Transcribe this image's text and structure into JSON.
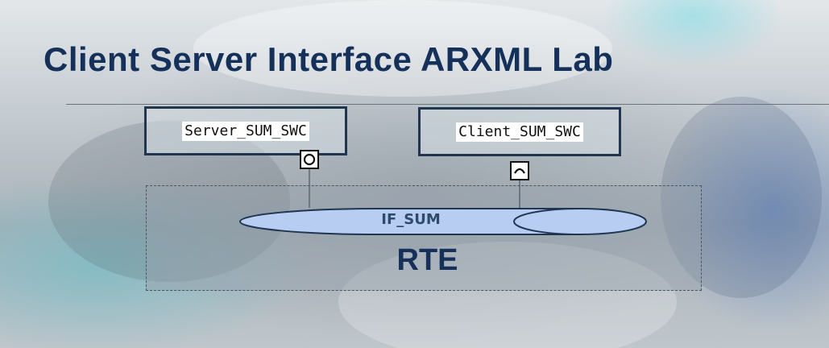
{
  "slide": {
    "title": "Client Server Interface ARXML Lab"
  },
  "diagram": {
    "server_component": {
      "label": "Server_SUM_SWC"
    },
    "client_component": {
      "label": "Client_SUM_SWC"
    },
    "interface": {
      "label": "IF_SUM"
    },
    "runtime_environment": {
      "label": "RTE"
    }
  },
  "colors": {
    "title": "#15315a",
    "interface_fill": "#b8cdf2",
    "component_border": "#1f3550"
  },
  "icons": {
    "server_port": "server-port-icon",
    "client_port": "client-port-icon"
  }
}
